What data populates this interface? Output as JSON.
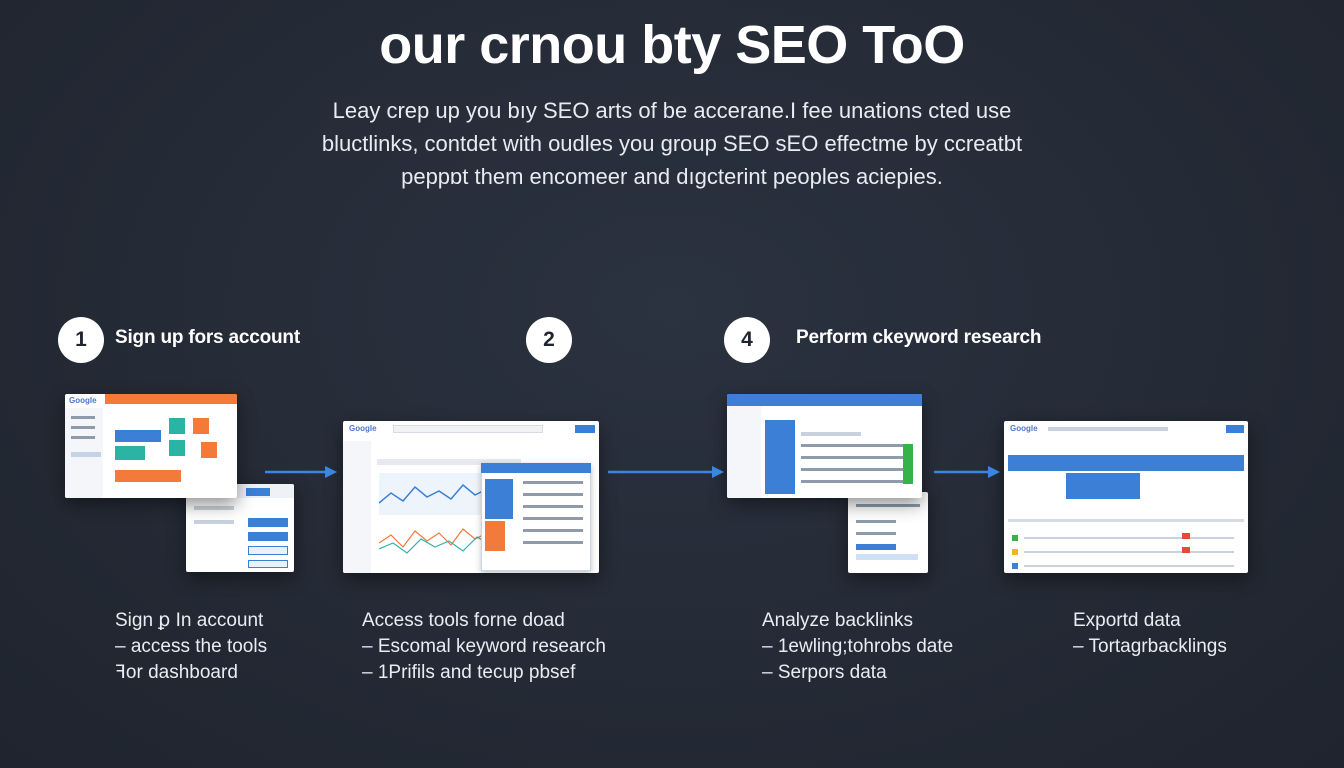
{
  "header": {
    "title": "our crnou bty SEO ToO",
    "subtitle_lines": [
      "Leay crep up you bıy SEO arts of be accerane.I fee unations cted use",
      "bluctlinks, contdet with oudles you group SEO sEO effectme by ccreatbt",
      "peppɒt them encomeer and dıgcterint peoples aciepies."
    ]
  },
  "steps": [
    {
      "badge": "1",
      "label": "Sign up fors account"
    },
    {
      "badge": "2",
      "label": ""
    },
    {
      "badge": "4",
      "label": "Perform ckeyword research"
    }
  ],
  "screenshots": {
    "logo_text": "Google"
  },
  "captions": [
    {
      "lines": [
        "Sign ꝑ In account",
        "– access the tools",
        "ꟻor dashboard"
      ]
    },
    {
      "lines": [
        "Access tools forne doad",
        "– Escomal keyword research",
        "– 1Prifils and tecup pbsef"
      ]
    },
    {
      "lines": [
        "Analyze backlinks",
        "– 1ewling;tohrobs date",
        "– Serpors data"
      ]
    },
    {
      "lines": [
        "Exportd data",
        "– Tortagrbacklings"
      ]
    }
  ],
  "colors": {
    "background": "#252b37",
    "accent_blue": "#3b7fd6",
    "arrow_blue": "#3a86e0",
    "orange": "#f27a3a",
    "teal": "#2bb3a3"
  }
}
